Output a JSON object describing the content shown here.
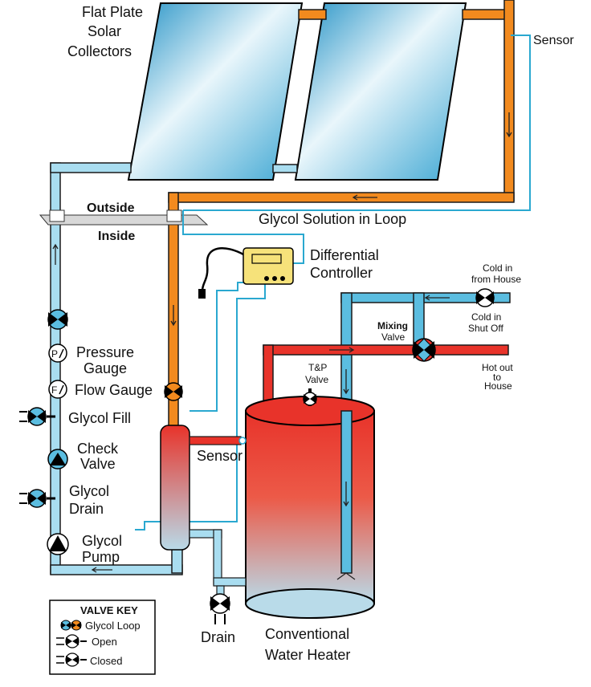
{
  "labels": {
    "collectors": [
      "Flat Plate",
      "Solar",
      "Collectors"
    ],
    "sensor_top": "Sensor",
    "outside": "Outside",
    "inside": "Inside",
    "glycol_solution": "Glycol Solution in Loop",
    "controller": [
      "Differential",
      "Controller"
    ],
    "cold_in": [
      "Cold in",
      "from House"
    ],
    "cold_shutoff": [
      "Cold in",
      "Shut Off"
    ],
    "mixing": "Mixing",
    "mixing_valve": "Valve",
    "hot_out": [
      "Hot out",
      "to",
      "House"
    ],
    "tp_valve": [
      "T&P",
      "Valve"
    ],
    "pressure_gauge": [
      "Pressure",
      "Gauge"
    ],
    "flow_gauge": "Flow Gauge",
    "glycol_fill": "Glycol Fill",
    "check_valve": [
      "Check",
      "Valve"
    ],
    "glycol_drain": [
      "Glycol",
      "Drain"
    ],
    "glycol_pump": [
      "Glycol",
      "Pump"
    ],
    "sensor_tank": "Sensor",
    "drain": "Drain",
    "water_heater": [
      "Conventional",
      "Water Heater"
    ],
    "gauge_p": "P",
    "gauge_f": "F"
  },
  "valve_key": {
    "title": "VALVE KEY",
    "items": [
      "Glycol Loop",
      "Open",
      "Closed"
    ]
  },
  "colors": {
    "hot_pipe": "#f28a1e",
    "cold_pipe": "#5bbde0",
    "glycol_pipe": "#a9ddf0",
    "hot_water": "#e8332a",
    "controller": "#f6e27a",
    "sensor_wire": "#2aa8d0"
  }
}
